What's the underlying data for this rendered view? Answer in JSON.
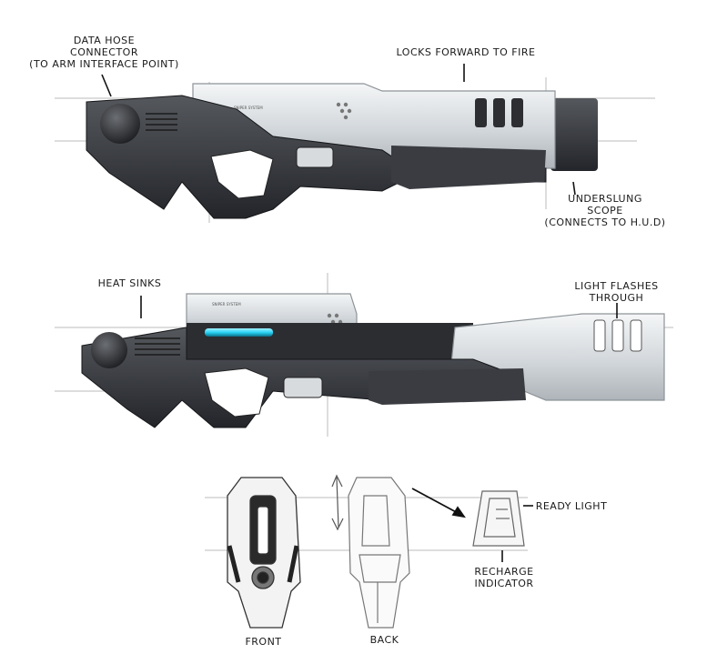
{
  "labels": {
    "data_hose": [
      "DATA HOSE",
      "CONNECTOR",
      "(TO ARM INTERFACE POINT)"
    ],
    "locks_forward": "LOCKS FORWARD TO FIRE",
    "underslung": [
      "UNDERSLUNG",
      "SCOPE",
      "(CONNECTS TO H.U.D)"
    ],
    "heat_sinks": "HEAT SINKS",
    "light_flashes": [
      "LIGHT FLASHES",
      "THROUGH"
    ],
    "ready_light": "READY LIGHT",
    "recharge": [
      "RECHARGE",
      "INDICATOR"
    ],
    "front": "FRONT",
    "back": "BACK"
  },
  "engraving": {
    "top": "SNIPER SYSTEM",
    "bottom": "SNIPER SYSTEM"
  },
  "colors": {
    "body_dark": "#2d2f33",
    "body_mid": "#4a4d52",
    "barrel_light": "#dfe3e6",
    "glow": "#29d3f5",
    "sketch": "#555555"
  }
}
